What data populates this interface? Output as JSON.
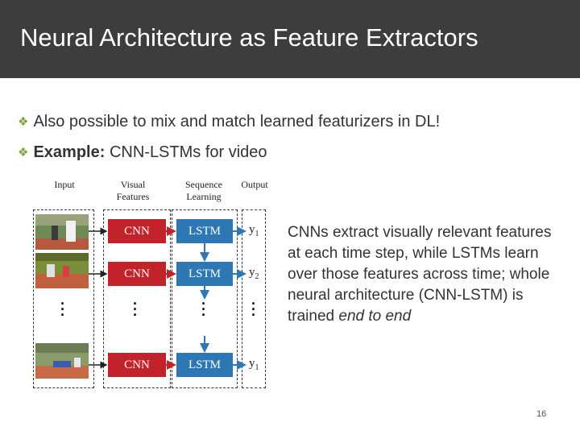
{
  "slide": {
    "title": "Neural Architecture as Feature Extractors",
    "bullets": [
      {
        "mark": "❖",
        "text": "Also possible to mix and match learned featurizers in DL!"
      },
      {
        "mark": "❖",
        "bold": "Example:",
        "text": " CNN-LSTMs for video"
      }
    ],
    "side_text": {
      "main": "CNNs extract visually relevant features at each time step, while LSTMs learn over those features across time; whole neural architecture (CNN-LSTM) is trained ",
      "emph": "end to end"
    },
    "page_number": "16"
  },
  "figure": {
    "headers": [
      "Input",
      "Visual\nFeatures",
      "Sequence\nLearning",
      "Output"
    ],
    "rows": [
      {
        "cnn": "CNN",
        "lstm": "LSTM",
        "y": "y",
        "sub": "1"
      },
      {
        "cnn": "CNN",
        "lstm": "LSTM",
        "y": "y",
        "sub": "2"
      },
      {
        "cnn": "CNN",
        "lstm": "LSTM",
        "y": "y",
        "sub": "1"
      }
    ],
    "colors": {
      "cnn": "#c2232a",
      "lstm": "#2d77b4",
      "bullet": "#7aa33a",
      "title_bar": "#3d3d3d"
    }
  }
}
